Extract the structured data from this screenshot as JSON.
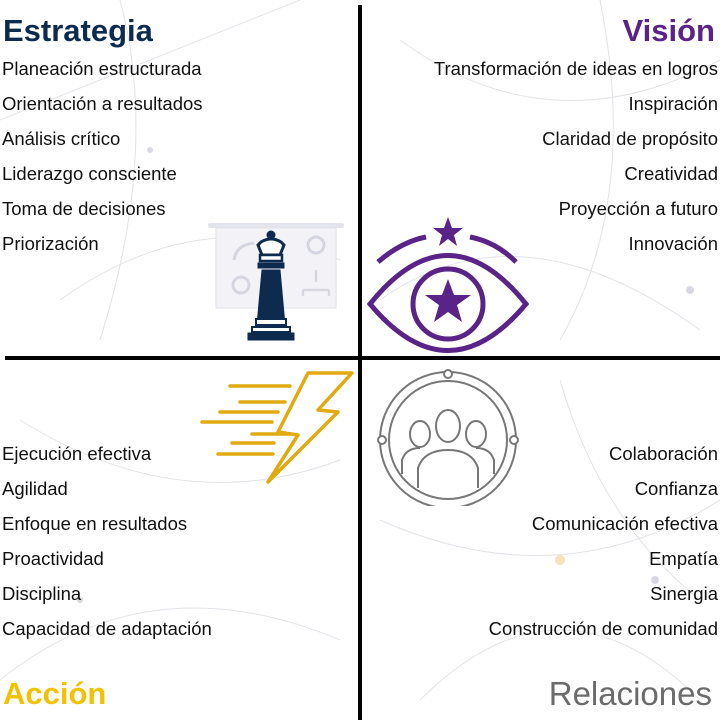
{
  "quadrants": {
    "strategy": {
      "title": "Estrategia",
      "color": "#0d2b4e",
      "icon": "chess-queen-icon",
      "items": [
        "Planeación estructurada",
        "Orientación a resultados",
        "Análisis crítico",
        "Liderazgo consciente",
        "Toma de decisiones",
        "Priorización"
      ]
    },
    "vision": {
      "title": "Visión",
      "color": "#5a2388",
      "icon": "eye-star-icon",
      "items": [
        "Transformación de ideas en logros",
        "Inspiración",
        "Claridad de propósito",
        "Creatividad",
        "Proyección a futuro",
        "Innovación"
      ]
    },
    "action": {
      "title": "Acción",
      "color": "#f2c200",
      "icon": "lightning-bolt-icon",
      "items": [
        "Ejecución efectiva",
        "Agilidad",
        "Enfoque en resultados",
        "Proactividad",
        "Disciplina",
        "Capacidad de adaptación"
      ]
    },
    "relations": {
      "title": "Relaciones",
      "color": "#6b6b6b",
      "icon": "team-people-icon",
      "items": [
        "Colaboración",
        "Confianza",
        "Comunicación efectiva",
        "Empatía",
        "Sinergia",
        "Construcción de comunidad"
      ]
    }
  }
}
